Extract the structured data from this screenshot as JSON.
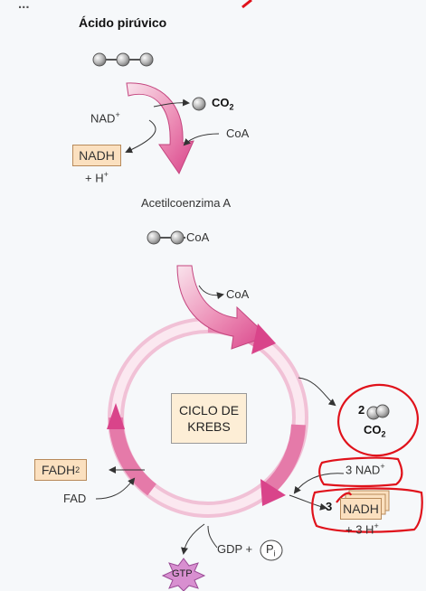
{
  "header_fragment": "...",
  "pyruvate": {
    "title": "Ácido pirúvico"
  },
  "co2_top": {
    "label": "CO",
    "sub": "2"
  },
  "nad_plus": {
    "label": "NAD",
    "sup": "+"
  },
  "coa_top": {
    "label": "CoA"
  },
  "nadh_box": {
    "label": "NADH"
  },
  "h_plus": {
    "label": "+ H",
    "sup": "+"
  },
  "acetyl": {
    "title": "Acetilcoenzima  A",
    "coa": "CoA"
  },
  "coa_release": {
    "label": "CoA"
  },
  "krebs": {
    "line1": "CICLO DE",
    "line2": "KREBS"
  },
  "co2_cycle": {
    "count": "2",
    "label": "CO",
    "sub": "2"
  },
  "nad3": {
    "count": "3",
    "label": "NAD",
    "sup": "+"
  },
  "nadh3": {
    "count": "3",
    "label": "NADH"
  },
  "h3": {
    "label": "+ 3 H",
    "sup": "+"
  },
  "fadh2": {
    "label": "FADH",
    "sub": "2"
  },
  "fad": {
    "label": "FAD"
  },
  "gdp": {
    "label": "GDP +",
    "pi": "P",
    "pi_sub": "i"
  },
  "gtp": {
    "label": "GTP"
  },
  "colors": {
    "arrow_pink": "#e0609a",
    "cycle_light": "#f6d3e2",
    "box_fill": "#fbe0bf",
    "annotation_red": "#e0121b"
  }
}
